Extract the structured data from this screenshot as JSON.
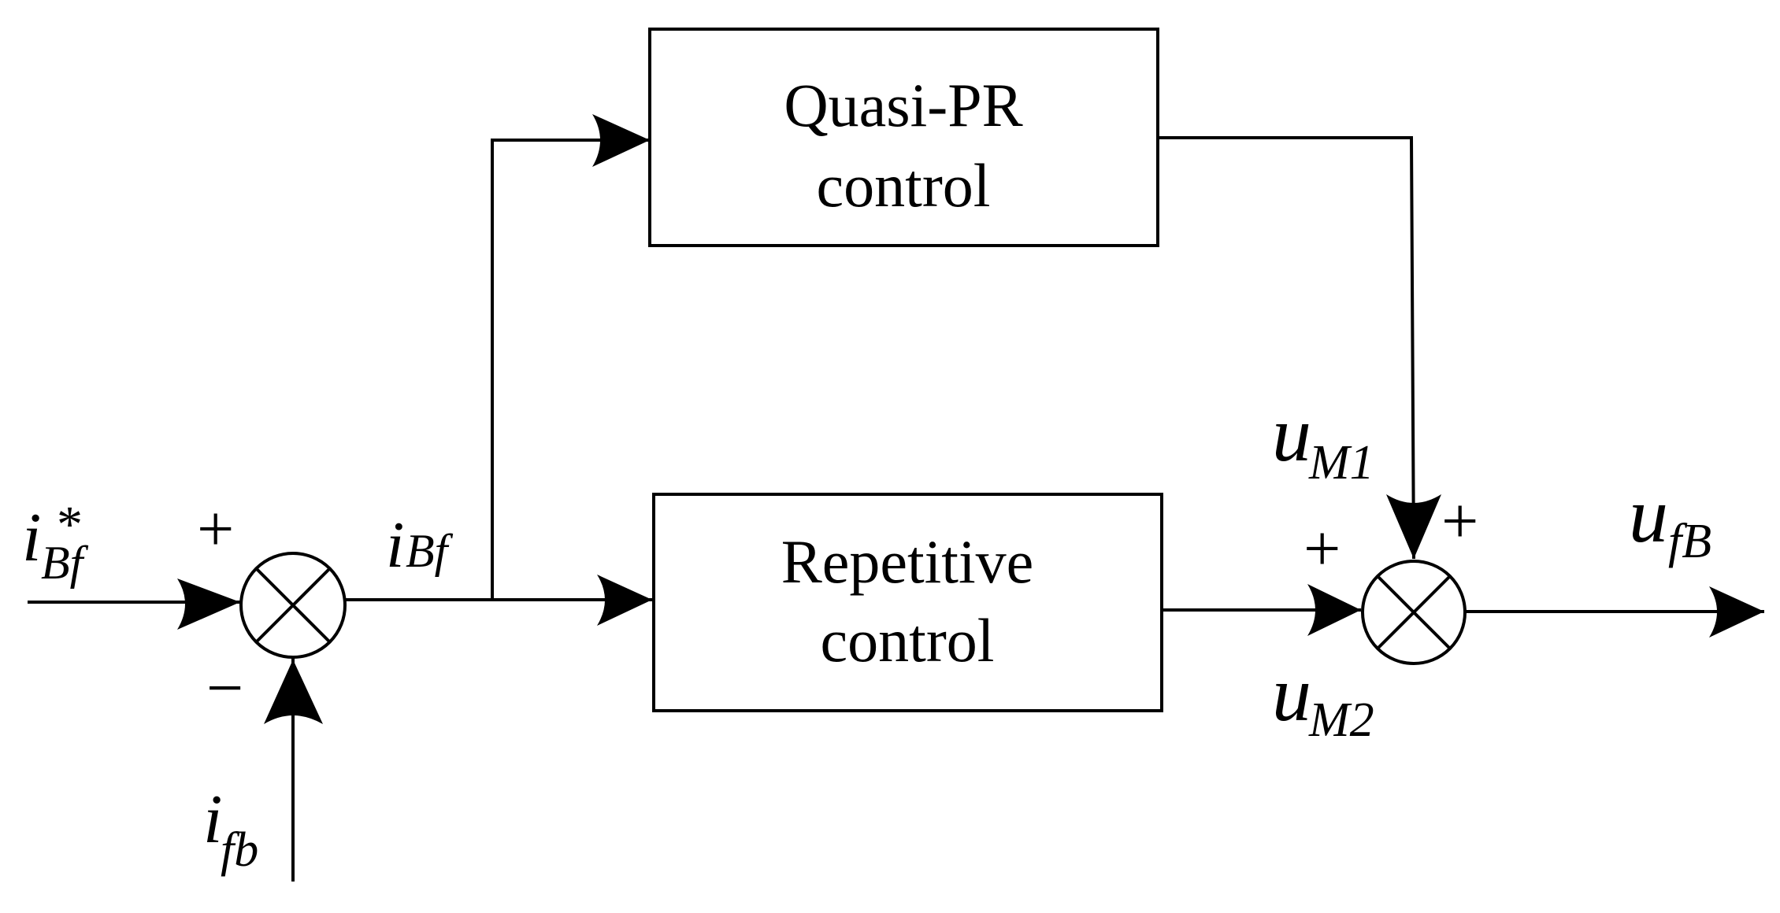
{
  "blocks": {
    "quasi_pr": {
      "line1": "Quasi-PR",
      "line2": "control"
    },
    "repetitive": {
      "line1": "Repetitive",
      "line2": "control"
    }
  },
  "signals": {
    "reference": {
      "main": "i",
      "sub": "Bf",
      "sup": "*"
    },
    "feedback": {
      "main": "i",
      "sub": "fb"
    },
    "error": {
      "main": "i",
      "sub": "Bf"
    },
    "um1": {
      "main": "u",
      "sub": "M1"
    },
    "um2": {
      "main": "u",
      "sub": "M2"
    },
    "output": {
      "main": "u",
      "sub": "fB"
    }
  },
  "signs": {
    "sum1_plus": "+",
    "sum1_minus": "−",
    "sum2_plus_left": "+",
    "sum2_plus_top": "+"
  }
}
